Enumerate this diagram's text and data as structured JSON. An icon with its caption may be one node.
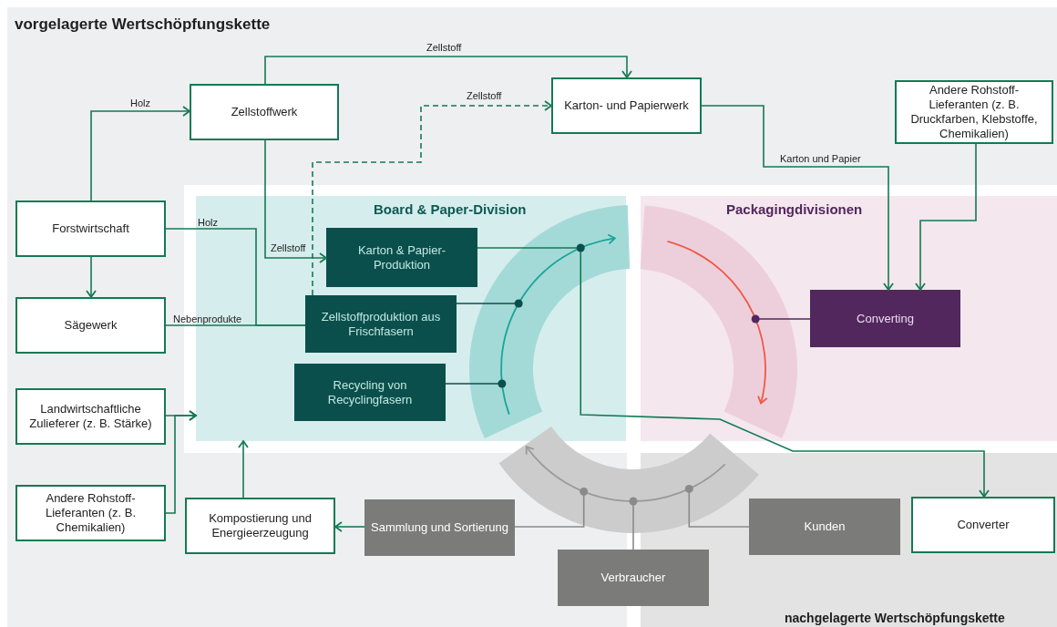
{
  "diagram": {
    "nodes": [
      {
        "text": [
          "vorgelagerte Wertschöpfungskette"
        ]
      },
      {
        "text": [
          "Board & Paper-Division"
        ],
        "in": 0
      },
      {
        "text": [
          "Packagingdivisionen"
        ],
        "in": 0
      },
      {
        "text": [
          "nachgelagerte Wertschöpfungskette"
        ],
        "in": 0
      },
      {
        "text": [
          "Zellstoffwerk"
        ],
        "in": 0
      },
      {
        "text": [
          "Karton- und Papierwerk"
        ],
        "in": 0
      },
      {
        "text": [
          "Andere Rohstoff-Lieferanten (z. B. Druckfarben, Klebstoffe, Chemikalien)"
        ],
        "in": 0
      },
      {
        "text": [
          "Forstwirtschaft"
        ],
        "in": 0
      },
      {
        "text": [
          "Karton & Papier-Produktion"
        ],
        "in": 1
      },
      {
        "text": [
          "Converting"
        ],
        "in": 2
      },
      {
        "text": [
          "Sägewerk"
        ],
        "in": 0
      },
      {
        "text": [
          "Zellstoffproduktion aus Frischfasern"
        ],
        "in": 1
      },
      {
        "text": [
          "Recycling von Recyclingfasern"
        ],
        "in": 1
      },
      {
        "text": [
          "Landwirtschaftliche Zulieferer (z. B. Stärke)"
        ],
        "in": 0
      },
      {
        "text": [
          "Andere Rohstoff-Lieferanten (z. B. Chemikalien)"
        ],
        "in": 0
      },
      {
        "text": [
          "Kompostierung und Energieerzeugung"
        ],
        "in": 0
      },
      {
        "text": [
          "Sammlung und Sortierung"
        ],
        "in": 0
      },
      {
        "text": [
          "Kunden"
        ],
        "in": 3
      },
      {
        "text": [
          "Converter"
        ],
        "in": 3
      },
      {
        "text": [
          "Verbraucher"
        ],
        "in": 0
      }
    ],
    "edges": [
      {
        "from": 7,
        "to": 4,
        "arrow": "to",
        "label": "Holz"
      },
      {
        "from": 7,
        "to": 10,
        "arrow": "to"
      },
      {
        "from": 4,
        "to": 5,
        "arrow": "to",
        "label": "Zellstoff"
      },
      {
        "from": 11,
        "to": 5,
        "arrow": "to",
        "label": "Zellstoff",
        "style": "dashed"
      },
      {
        "from": 4,
        "to": 8,
        "arrow": "to",
        "label": "Zellstoff"
      },
      {
        "from": 7,
        "to": 11,
        "arrow": "none",
        "label": "Holz"
      },
      {
        "from": 10,
        "to": 11,
        "arrow": "none",
        "label": "Nebenprodukte"
      },
      {
        "from": 5,
        "to": 9,
        "arrow": "to",
        "label": "Karton und Papier"
      },
      {
        "from": 6,
        "to": 9,
        "arrow": "to"
      },
      {
        "from": 13,
        "to": 1,
        "arrow": "to"
      },
      {
        "from": 14,
        "to": 1,
        "arrow": "to"
      },
      {
        "from": 15,
        "to": 1,
        "arrow": "to"
      },
      {
        "from": 16,
        "to": 15,
        "arrow": "to"
      },
      {
        "from": 8,
        "to": 18,
        "arrow": "to"
      },
      {
        "from": 11,
        "to": null,
        "arrow": "other",
        "color": "#0b4f4c"
      },
      {
        "from": 12,
        "to": null,
        "arrow": "other",
        "color": "#0b4f4c"
      },
      {
        "from": 9,
        "to": null,
        "arrow": "other",
        "color": "#52275d"
      },
      {
        "from": 16,
        "to": null,
        "arrow": "other",
        "color": "#8a8a8a"
      },
      {
        "from": 19,
        "to": null,
        "arrow": "other",
        "color": "#8a8a8a"
      },
      {
        "from": 17,
        "to": null,
        "arrow": "other",
        "color": "#8a8a8a"
      }
    ]
  }
}
